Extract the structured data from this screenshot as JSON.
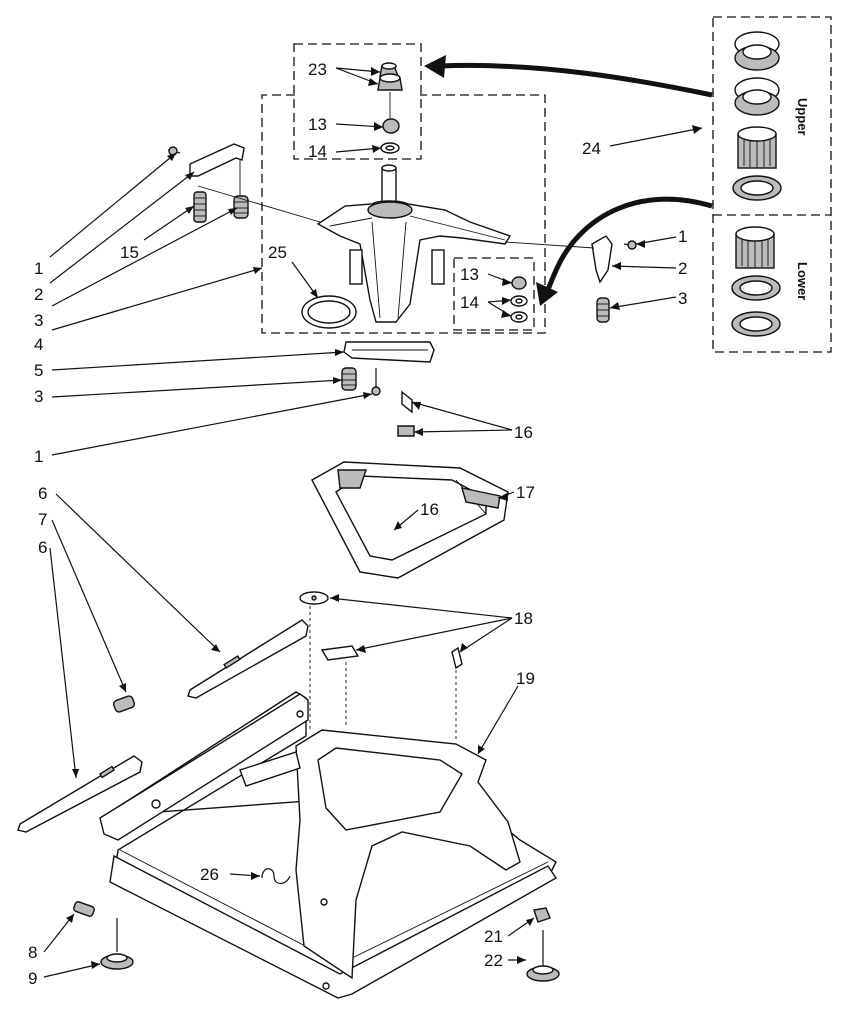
{
  "labels": {
    "l1a": "1",
    "l2a": "2",
    "l3a": "3",
    "l4": "4",
    "l5": "5",
    "l3b": "3",
    "l1b": "1",
    "l15": "15",
    "l25": "25",
    "l23": "23",
    "l13a": "13",
    "l14a": "14",
    "l13b": "13",
    "l14b": "14",
    "l24": "24",
    "l1c": "1",
    "l2b": "2",
    "l3c": "3",
    "l16a": "16",
    "l16b": "16",
    "l17": "17",
    "l18": "18",
    "l19": "19",
    "l6a": "6",
    "l7": "7",
    "l6b": "6",
    "l26": "26",
    "l8": "8",
    "l9": "9",
    "l21": "21",
    "l22": "22"
  },
  "bearing_kit": {
    "upper": "Upper",
    "lower": "Lower"
  }
}
